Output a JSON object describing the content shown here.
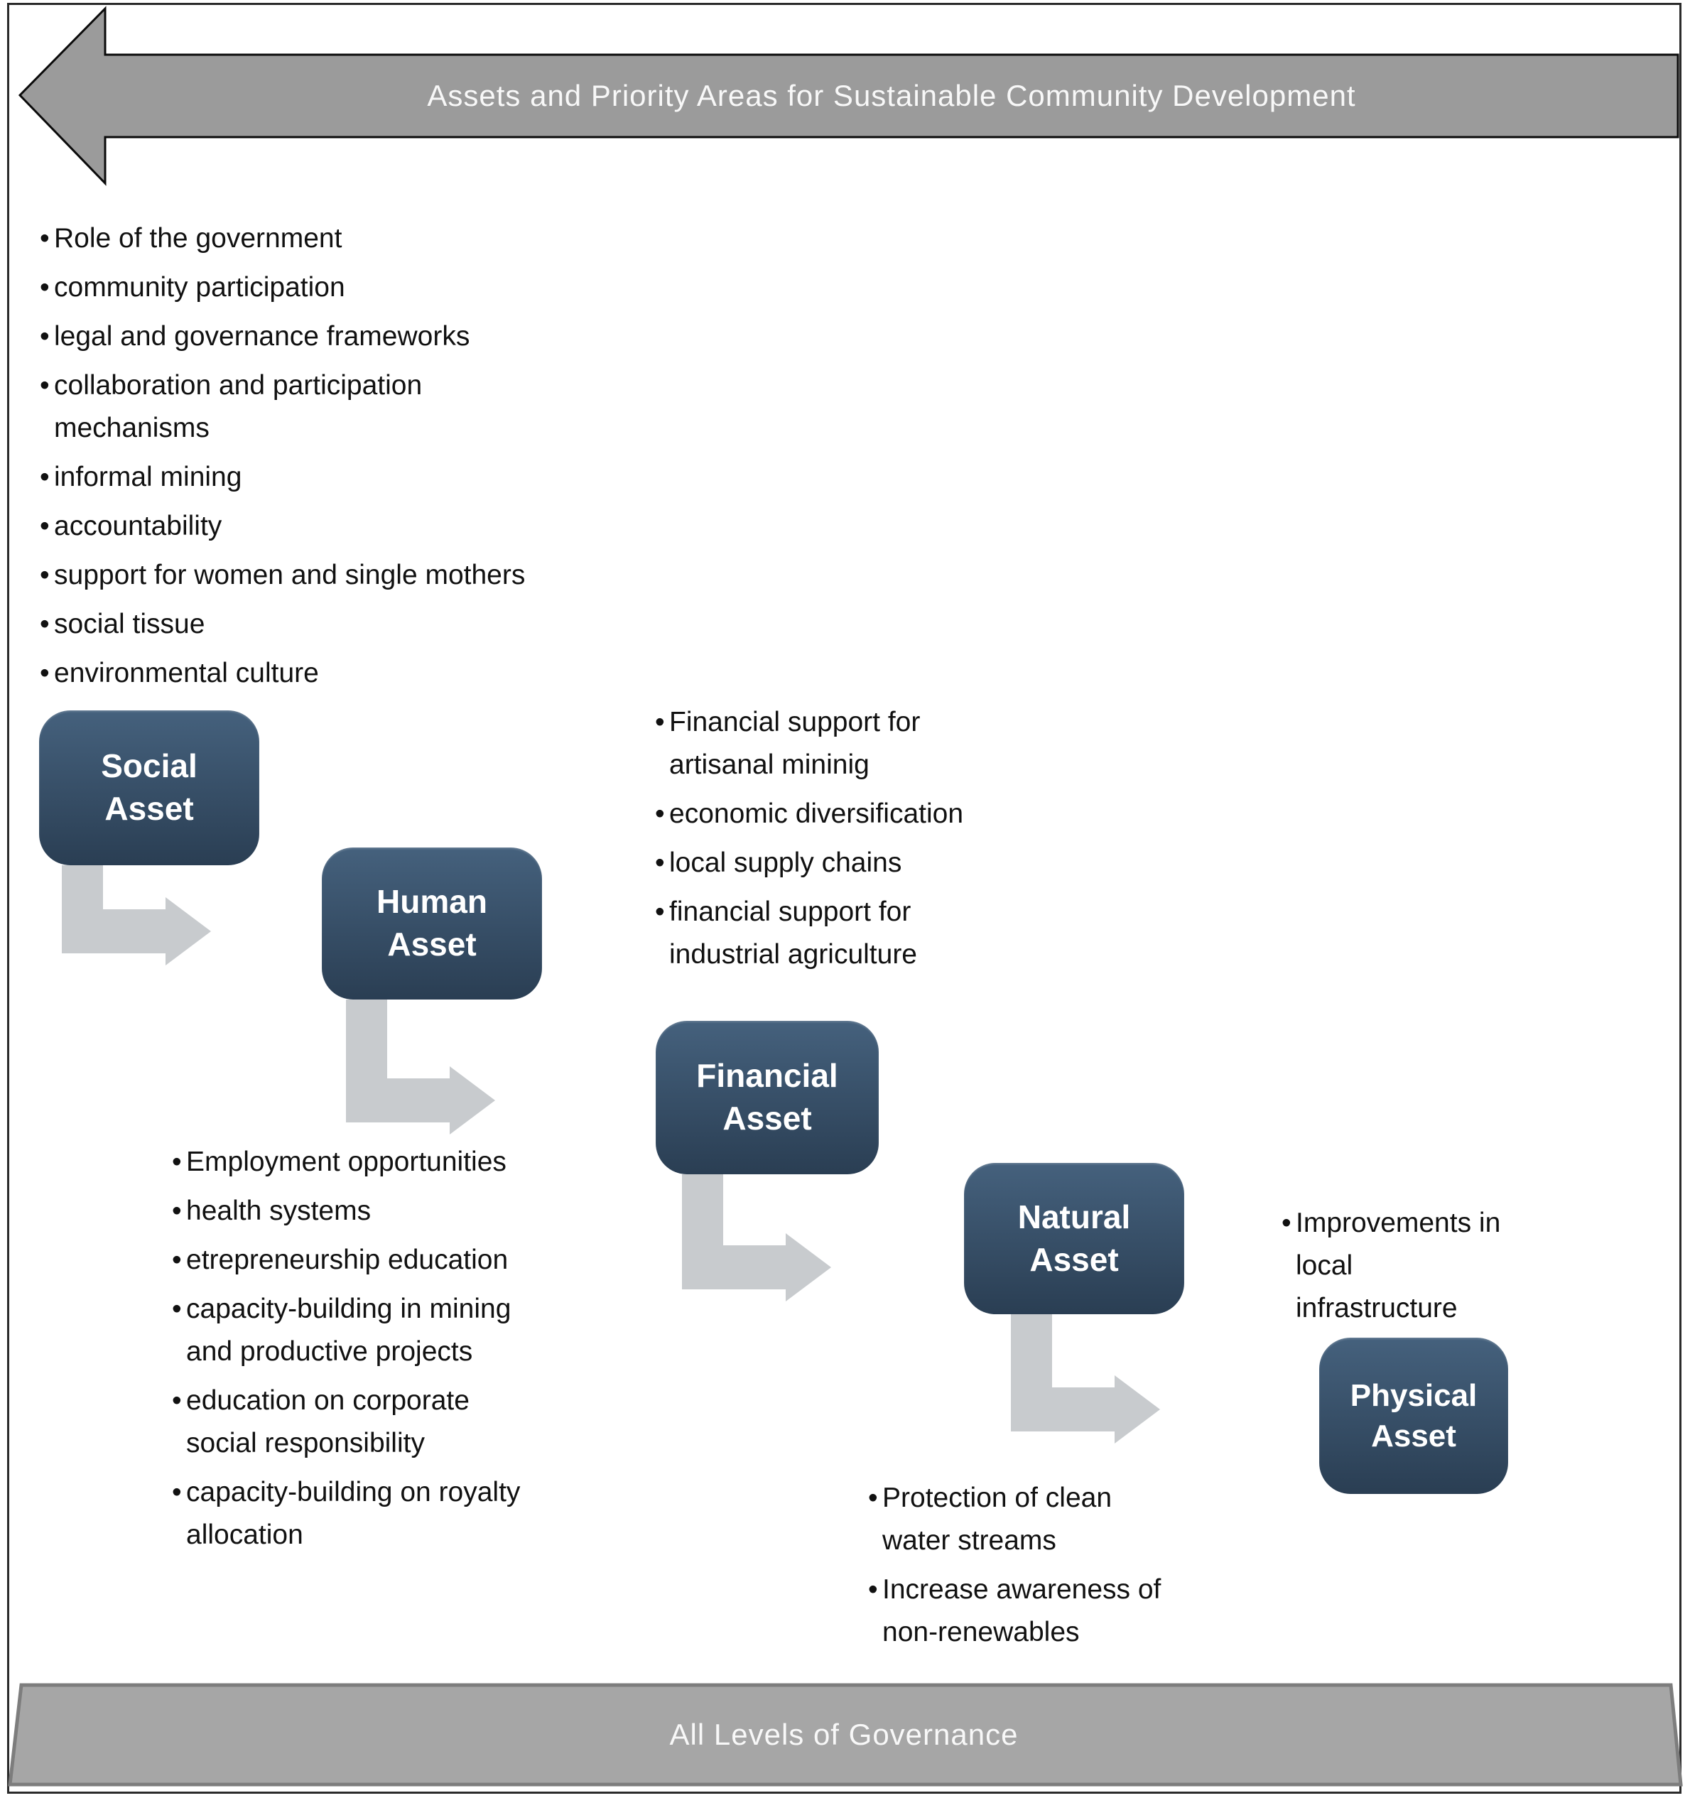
{
  "banner": {
    "title": "Assets and Priority Areas for Sustainable Community Development"
  },
  "footer": {
    "label": "All Levels of Governance"
  },
  "assets": [
    {
      "id": "social",
      "label": "Social\nAsset",
      "bullets": [
        "Role of the government",
        "community participation",
        "legal and governance frameworks",
        "collaboration and participation\nmechanisms",
        "informal mining",
        "accountability",
        "support for women and single mothers",
        "social tissue",
        "environmental culture"
      ]
    },
    {
      "id": "human",
      "label": "Human\nAsset",
      "bullets": [
        "Employment opportunities",
        "health systems",
        "etrepreneurship education",
        "capacity-building in mining\nand productive projects",
        "education on corporate\nsocial responsibility",
        "capacity-building on royalty\nallocation"
      ]
    },
    {
      "id": "financial",
      "label": "Financial\nAsset",
      "bullets": [
        "Financial support for\nartisanal mininig",
        "economic diversification",
        "local supply chains",
        "financial support for\nindustrial agriculture"
      ]
    },
    {
      "id": "natural",
      "label": "Natural\nAsset",
      "bullets": [
        "Protection of clean\nwater streams",
        "Increase awareness of\nnon-renewables"
      ]
    },
    {
      "id": "physical",
      "label": "Physical\nAsset",
      "bullets": [
        "Improvements in\nlocal\ninfrastructure"
      ]
    }
  ],
  "colors": {
    "box_top": "#45617d",
    "box_bottom": "#2a3e53",
    "banner_gray": "#9b9b9b",
    "footer_gray": "#a6a6a6",
    "elbow_arrow_gray": "#c8cbce",
    "ink": "#111111",
    "label_text": "#ffffff"
  }
}
